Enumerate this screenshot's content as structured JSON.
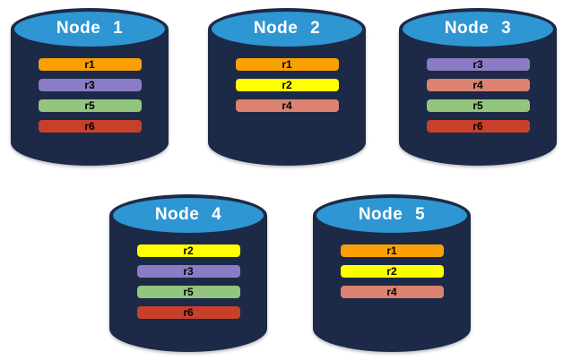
{
  "diagram": {
    "description": "Five database nodes showing replica placement",
    "colors": {
      "background": "#FFFFFF",
      "cylinder_body": "#1C2A47",
      "cylinder_top": "#2E96D2",
      "node_label_text": "#FFFFFF",
      "replica_label_text": "#000000"
    },
    "replica_colors": {
      "r1": "#FAA005",
      "r2": "#FFFF00",
      "r3": "#8A7CC4",
      "r4": "#DB8270",
      "r5": "#93C57E",
      "r6": "#C8402A"
    },
    "nodes": [
      {
        "label": "Node 1",
        "replicas": [
          "r1",
          "r3",
          "r5",
          "r6"
        ]
      },
      {
        "label": "Node 2",
        "replicas": [
          "r1",
          "r2",
          "r4"
        ]
      },
      {
        "label": "Node 3",
        "replicas": [
          "r3",
          "r4",
          "r5",
          "r6"
        ]
      },
      {
        "label": "Node 4",
        "replicas": [
          "r2",
          "r3",
          "r5",
          "r6"
        ]
      },
      {
        "label": "Node 5",
        "replicas": [
          "r1",
          "r2",
          "r4"
        ]
      }
    ]
  }
}
